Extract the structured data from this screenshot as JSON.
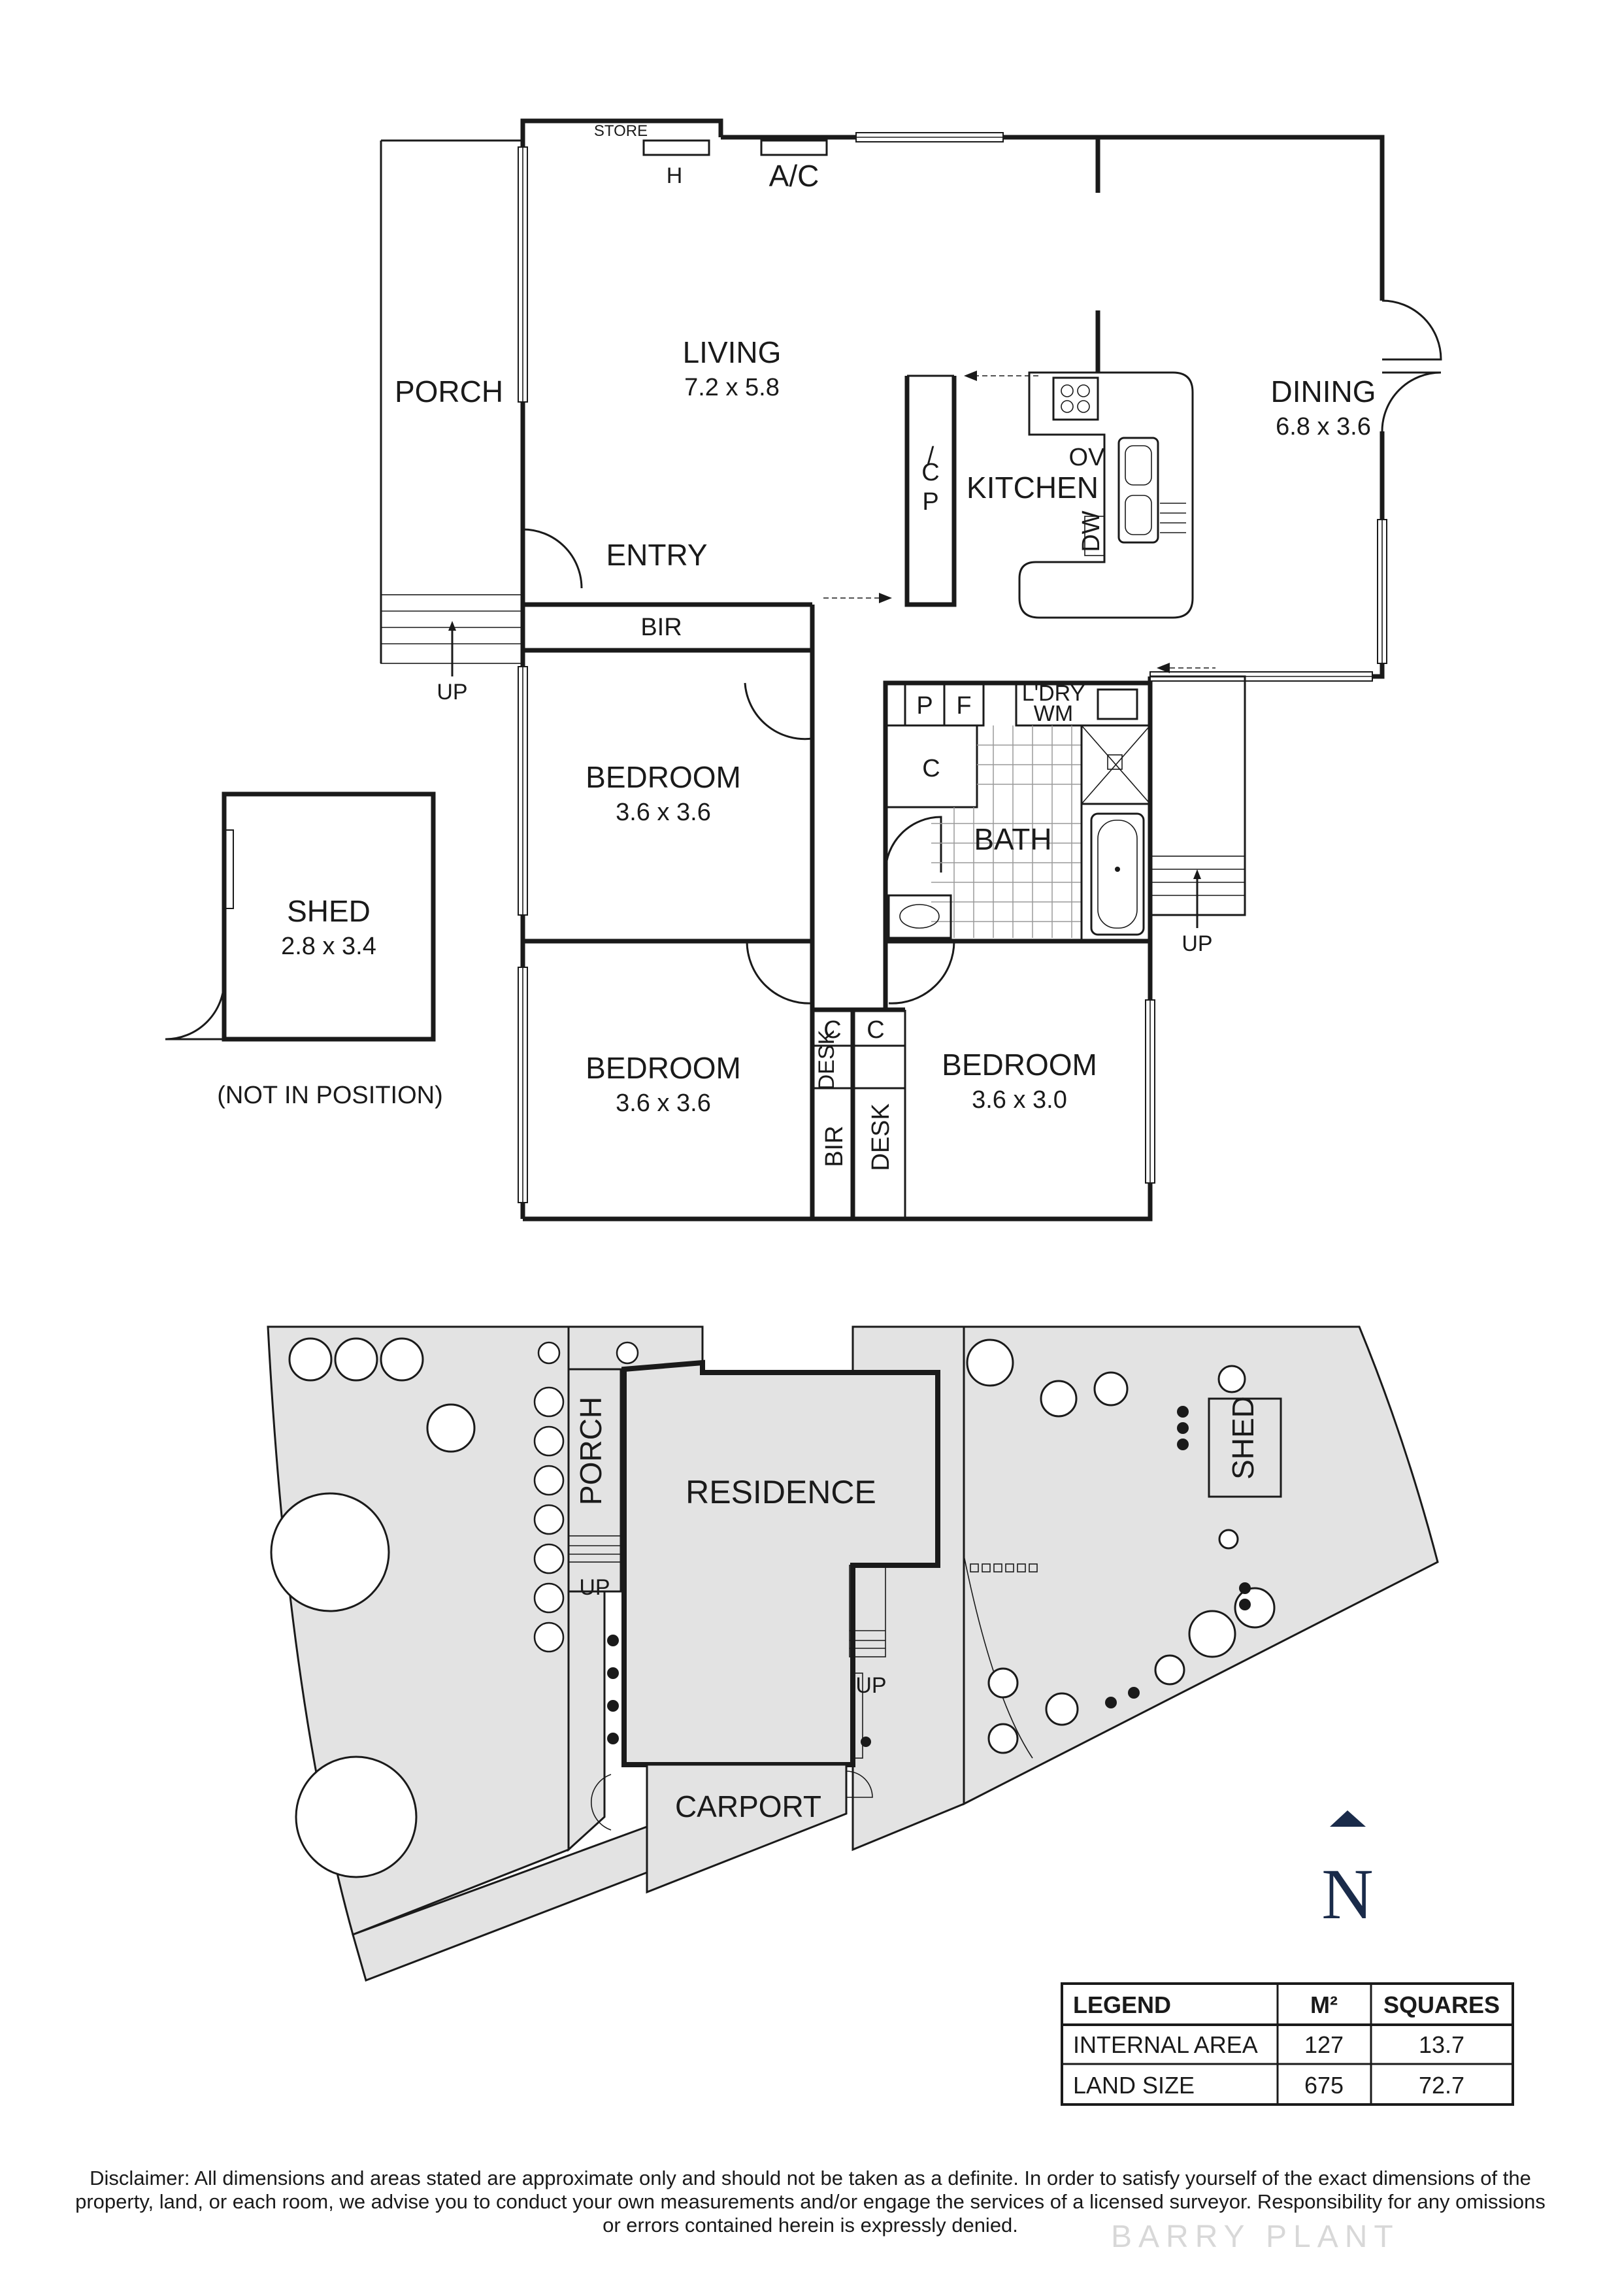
{
  "floorplan": {
    "rooms": {
      "living": {
        "name": "LIVING",
        "dims": "7.2 x 5.8"
      },
      "dining": {
        "name": "DINING",
        "dims": "6.8 x 3.6"
      },
      "kitchen": {
        "name": "KITCHEN"
      },
      "porch": {
        "name": "PORCH"
      },
      "entry": {
        "name": "ENTRY"
      },
      "bedroom1": {
        "name": "BEDROOM",
        "dims": "3.6 x 3.6"
      },
      "bedroom2": {
        "name": "BEDROOM",
        "dims": "3.6 x 3.6"
      },
      "bedroom3": {
        "name": "BEDROOM",
        "dims": "3.6 x 3.0"
      },
      "bath": {
        "name": "BATH"
      },
      "shed": {
        "name": "SHED",
        "dims": "2.8 x 3.4",
        "note": "(NOT IN POSITION)"
      }
    },
    "fixtures": {
      "store": "STORE",
      "heater": "H",
      "ac": "A/C",
      "bir": "BIR",
      "bir2": "BIR",
      "pantry_c": "C",
      "pantry_p": "P",
      "oven": "OV",
      "dishwasher": "DW",
      "p": "P",
      "f": "F",
      "laundry": "L'DRY",
      "washing_machine": "WM",
      "c_bath": "C",
      "c_bed2": "C",
      "c_bed3": "C",
      "desk1": "DESK",
      "desk2": "DESK",
      "up1": "UP",
      "up2": "UP"
    }
  },
  "siteplan": {
    "residence": "RESIDENCE",
    "porch": "PORCH",
    "carport": "CARPORT",
    "shed": "SHED",
    "up1": "UP",
    "up2": "UP",
    "north": "N"
  },
  "legend": {
    "headers": [
      "LEGEND",
      "M²",
      "SQUARES"
    ],
    "rows": [
      {
        "label": "INTERNAL AREA",
        "m2": "127",
        "squares": "13.7"
      },
      {
        "label": "LAND SIZE",
        "m2": "675",
        "squares": "72.7"
      }
    ]
  },
  "disclaimer": "Disclaimer: All dimensions and areas stated are approximate only and should not be taken as a definite. In order to satisfy yourself of the exact dimensions of the property, land, or each room, we advise you to conduct your own measurements and/or engage the services of a licensed surveyor. Responsibility for any omissions or errors contained herein is expressly denied.",
  "watermark": "BARRY PLANT"
}
